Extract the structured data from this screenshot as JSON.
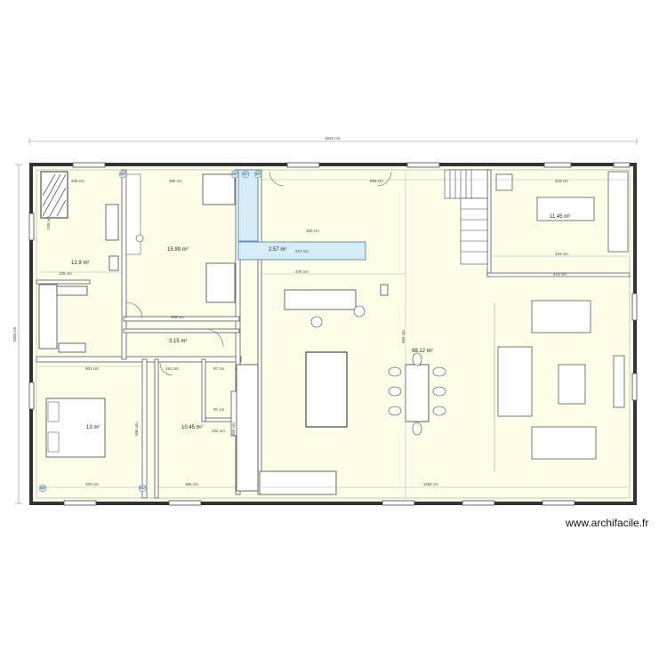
{
  "plan": {
    "overall_width_label": "1910 cm",
    "overall_height_label": "1000 cm",
    "areas": {
      "bedroom_bath": "12.9 m²",
      "room_center_left": "15.99 m²",
      "corridor": "2.57 m²",
      "small_hall": "3.15 m²",
      "bedroom_bottom": "13 m²",
      "small_room": "10.45 m²",
      "living": "98.12 m²",
      "office": "11.45 m²"
    },
    "dimensions": {
      "d_338": "338 cm",
      "d_390": "390 cm",
      "d_686": "686 cm",
      "d_419a": "419 cm",
      "d_419b": "419 cm",
      "d_419c": "419 cm",
      "d_330": "330 cm",
      "d_125": "125 cm",
      "d_300": "300 cm",
      "d_374": "374 cm",
      "d_379": "379 cm",
      "d_349": "349 cm",
      "d_501": "501 cm",
      "d_191": "191 cm",
      "d_323": "323 cm",
      "d_365": "365 cm",
      "d_1168": "1168 cm",
      "d_966": "966 cm",
      "d_97a": "97 cm",
      "d_97b": "97 cm",
      "d_102": "102 cm",
      "d_486": "486 cm",
      "d_499": "499 cm"
    },
    "angles": [
      "90°",
      "90°",
      "91°",
      "90°",
      "90°",
      "91°"
    ]
  },
  "watermark": "www.archifacile.fr"
}
